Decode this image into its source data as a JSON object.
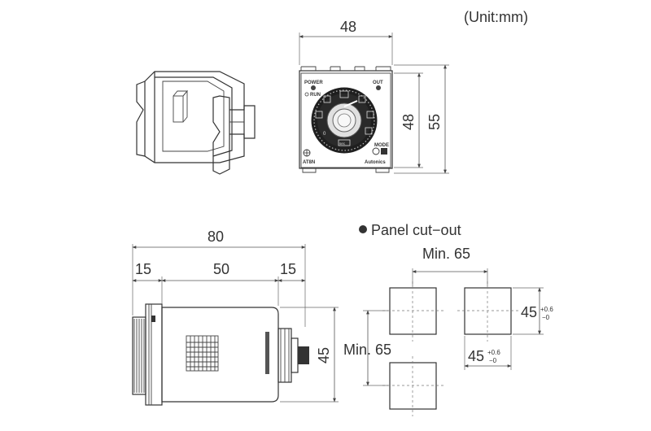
{
  "unit_label": "(Unit:mm)",
  "front_view": {
    "width_label": "48",
    "height_inner_label": "48",
    "height_outer_label": "55",
    "face": {
      "power_label": "POWER",
      "out_label": "OUT",
      "run_label": "RUN",
      "mode_label": "MODE",
      "model_label": "AT8N",
      "brand_label": "Autonics",
      "dial_zero": "0",
      "dial_sec": "sec"
    }
  },
  "side_view": {
    "total_label": "80",
    "left_label": "15",
    "middle_label": "50",
    "right_label": "15",
    "height_label": "45"
  },
  "panel_cutout": {
    "title": "Panel cut−out",
    "min_horizontal": "Min. 65",
    "min_vertical": "Min. 65",
    "size_right": "45",
    "size_bottom": "45",
    "tol_plus": "+0.6",
    "tol_minus": "−0"
  }
}
